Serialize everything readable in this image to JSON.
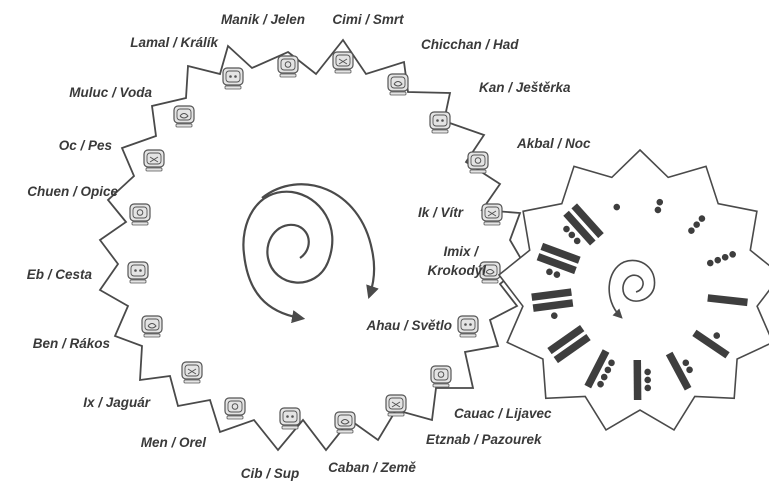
{
  "day_signs": [
    {
      "id": "manik",
      "label": "Manik / Jelen"
    },
    {
      "id": "cimi",
      "label": "Cimi / Smrt"
    },
    {
      "id": "chicchan",
      "label": "Chicchan / Had"
    },
    {
      "id": "kan",
      "label": "Kan / Ještěrka"
    },
    {
      "id": "akbal",
      "label": "Akbal / Noc"
    },
    {
      "id": "ik",
      "label": "Ik / Vítr"
    },
    {
      "id": "imix",
      "label": "Imix /",
      "label2": "Krokodýl"
    },
    {
      "id": "ahau",
      "label": "Ahau / Světlo"
    },
    {
      "id": "cauac",
      "label": "Cauac / Lijavec"
    },
    {
      "id": "etznab",
      "label": "Etznab / Pazourek"
    },
    {
      "id": "caban",
      "label": "Caban / Země"
    },
    {
      "id": "cib",
      "label": "Cib / Sup"
    },
    {
      "id": "men",
      "label": "Men / Orel"
    },
    {
      "id": "ix",
      "label": "Ix / Jaguár"
    },
    {
      "id": "ben",
      "label": "Ben / Rákos"
    },
    {
      "id": "eb",
      "label": "Eb / Cesta"
    },
    {
      "id": "chuen",
      "label": "Chuen / Opice"
    },
    {
      "id": "oc",
      "label": "Oc / Pes"
    },
    {
      "id": "muluc",
      "label": "Muluc / Voda"
    },
    {
      "id": "lamal",
      "label": "Lamal / Králík"
    }
  ],
  "numeral_wheel": {
    "numbers": [
      1,
      2,
      3,
      4,
      5,
      6,
      7,
      8,
      9,
      10,
      11,
      12,
      13
    ]
  },
  "colors": {
    "outline": "#4a4a4a",
    "glyph_fill": "#e4e4e4",
    "glyph_stroke": "#555555",
    "numeral": "#3e3e3e",
    "text": "#3a3a3a"
  }
}
